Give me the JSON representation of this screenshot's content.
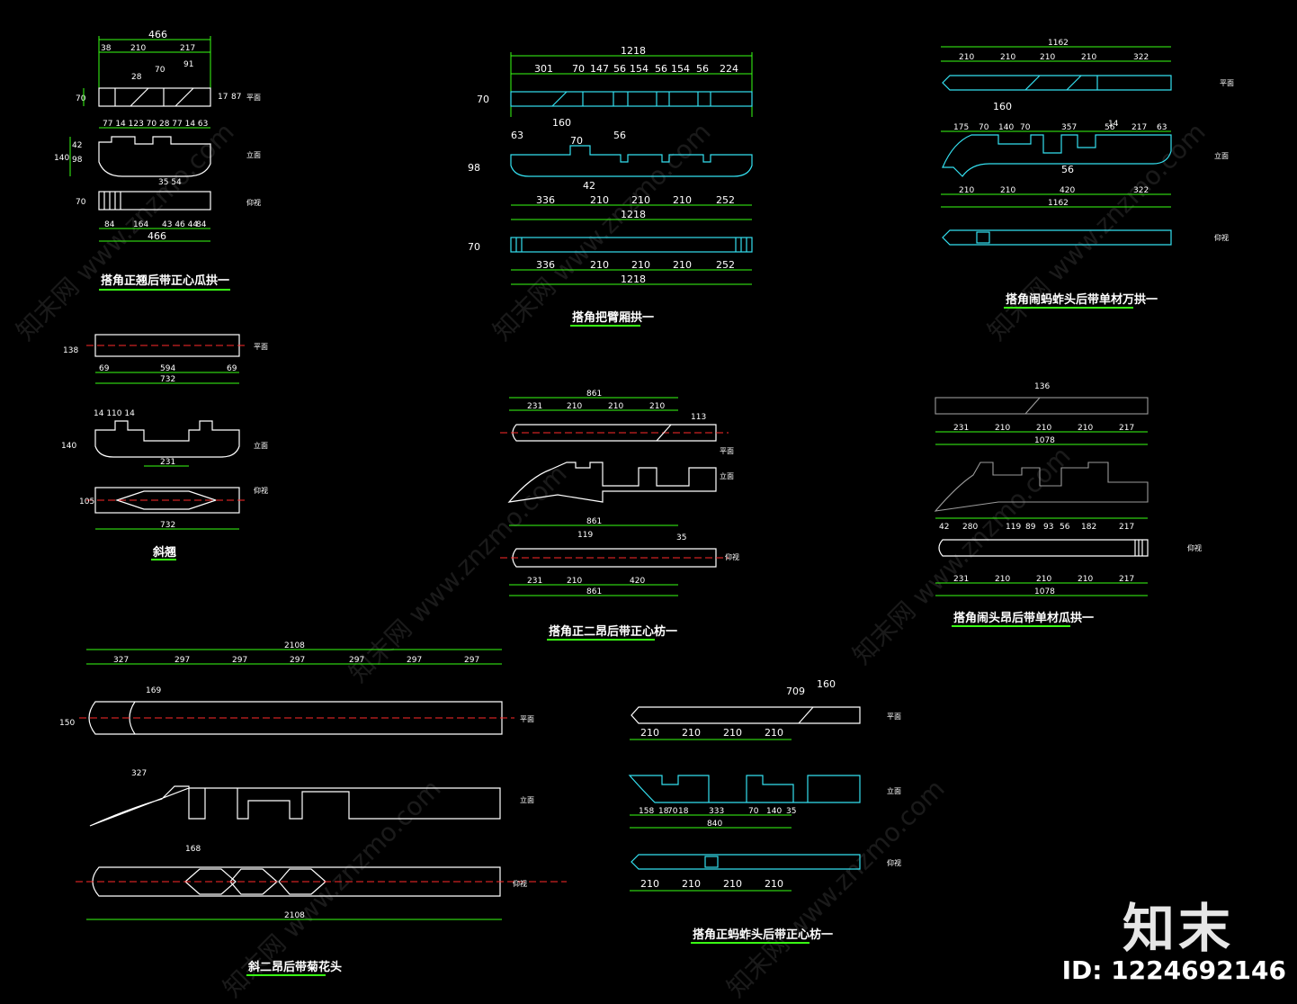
{
  "titles": {
    "t1": "搭角正翘后带正心瓜拱一",
    "t2": "搭角把臂厢拱一",
    "t3": "搭角闹蚂蚱头后带单材万拱一",
    "t4": "斜翘",
    "t5": "搭角正二昂后带正心枋一",
    "t6": "搭角闹头昂后带单材瓜拱一",
    "t7": "斜二昂后带菊花头",
    "t8": "搭角正蚂蚱头后带正心枋一"
  },
  "view_tags": {
    "plan": "平面",
    "elev": "立面",
    "bottom": "仰视"
  },
  "brand": "知末",
  "image_id": "ID: 1224692146",
  "watermarks": [
    "知末网 www.znzmo.com"
  ],
  "dims": {
    "a_top": "466",
    "a_38": "38",
    "a_210": "210",
    "a_217": "217",
    "a_28": "28",
    "a_70": "70",
    "a_91": "91",
    "a_row2": "77 14 123 70 28 77 14 63",
    "a_bot1": "84",
    "a_bot2": "164",
    "a_bot3": "43 46 44",
    "a_bot4": "84",
    "a_bot": "466",
    "a_l70": "70",
    "a_l140": "140",
    "a_l98": "98",
    "a_l42": "42",
    "a_r17": "17",
    "a_r87": "87",
    "a_3554": "35 54",
    "b_top": "1218",
    "b_r": [
      "301",
      "70",
      "147",
      "56",
      "154",
      "56",
      "154",
      "56",
      "224"
    ],
    "b_160": "160",
    "b_63": "63",
    "b_70": "70",
    "b_56": "56",
    "b_42": "42",
    "b_98": "98",
    "b_mid": [
      "336",
      "210",
      "210",
      "210",
      "252"
    ],
    "b_mid_t": "1218",
    "c_top": "1162",
    "c_r": [
      "210",
      "210",
      "210",
      "210",
      "322"
    ],
    "c_160": "160",
    "c_r2": [
      "175",
      "70",
      "140",
      "70",
      "357",
      "14",
      "56",
      "217",
      "63"
    ],
    "c_56": "56",
    "c_bot": [
      "210",
      "210",
      "420",
      "322"
    ],
    "c_bot_t": "1162",
    "d_732": "732",
    "d_69a": "69",
    "d_594": "594",
    "d_69b": "69",
    "d_14": "14 110 14",
    "d_231": "231",
    "d_138": "138",
    "d_140": "140",
    "d_105": "105",
    "e_top": "861",
    "e_r": [
      "231",
      "210",
      "210",
      "210"
    ],
    "e_113": "113",
    "e_861b": "861",
    "e_119": "119",
    "e_35": "35",
    "e_bot": [
      "231",
      "210",
      "420"
    ],
    "e_bot_t": "861",
    "f_r": [
      "231",
      "210",
      "210",
      "210",
      "217"
    ],
    "f_1078": "1078",
    "f_136": "136",
    "f_r2": [
      "42",
      "280",
      "119",
      "89",
      "93",
      "56",
      "182",
      "217"
    ],
    "g_top": "2108",
    "g_r": [
      "327",
      "297",
      "297",
      "297",
      "297",
      "297",
      "297"
    ],
    "g_169": "169",
    "g_168": "168",
    "g_bot": "2108",
    "g_150": "150",
    "h_160": "160",
    "h_709": "709",
    "h_r": [
      "210",
      "210",
      "210",
      "210"
    ],
    "h_840": "840",
    "h_r2": [
      "158",
      "18",
      "70",
      "18",
      "333",
      "70",
      "140",
      "35"
    ]
  }
}
